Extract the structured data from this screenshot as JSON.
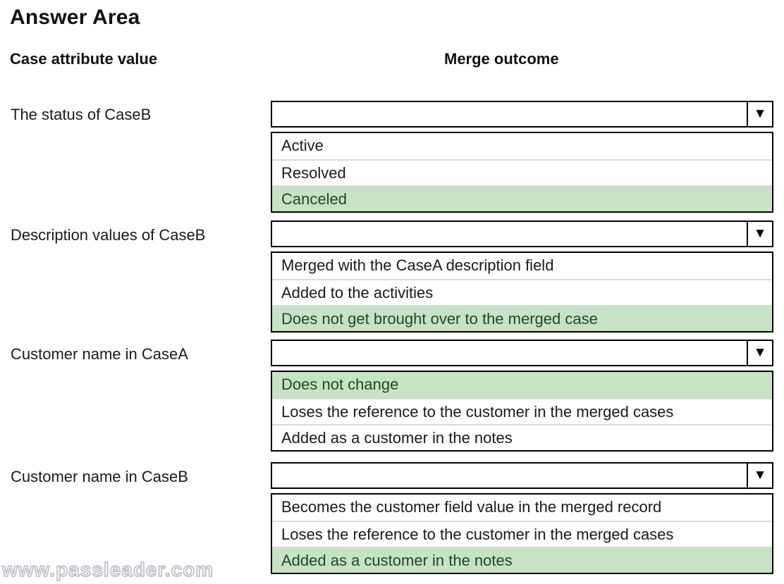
{
  "page": {
    "title": "Answer Area",
    "watermark": "www.passleader.com"
  },
  "columns": {
    "left_header": "Case attribute value",
    "right_header": "Merge outcome"
  },
  "ui": {
    "arrow_icon": "▼"
  },
  "colors": {
    "highlight_bg": "#c8e2c6",
    "highlight_text": "#1e4a24",
    "separator": "#d9d9d9",
    "border": "#000000"
  },
  "rows": [
    {
      "label": "The status of CaseB",
      "selected": "",
      "options": [
        {
          "text": "Active",
          "highlighted": false
        },
        {
          "text": "Resolved",
          "highlighted": false
        },
        {
          "text": "Canceled",
          "highlighted": true
        }
      ]
    },
    {
      "label": "Description values of CaseB",
      "selected": "",
      "options": [
        {
          "text": "Merged with the CaseA description field",
          "highlighted": false
        },
        {
          "text": "Added to the activities",
          "highlighted": false
        },
        {
          "text": "Does not get brought over to the merged case",
          "highlighted": true
        }
      ]
    },
    {
      "label": "Customer name in CaseA",
      "selected": "",
      "options": [
        {
          "text": "Does not change",
          "highlighted": true
        },
        {
          "text": "Loses the reference to the customer in the merged cases",
          "highlighted": false
        },
        {
          "text": "Added as a customer in the notes",
          "highlighted": false
        }
      ]
    },
    {
      "label": "Customer name in CaseB",
      "selected": "",
      "options": [
        {
          "text": "Becomes the customer field value in the merged record",
          "highlighted": false
        },
        {
          "text": "Loses the reference to the customer in the merged cases",
          "highlighted": false
        },
        {
          "text": "Added as a customer in the notes",
          "highlighted": true
        }
      ]
    }
  ]
}
